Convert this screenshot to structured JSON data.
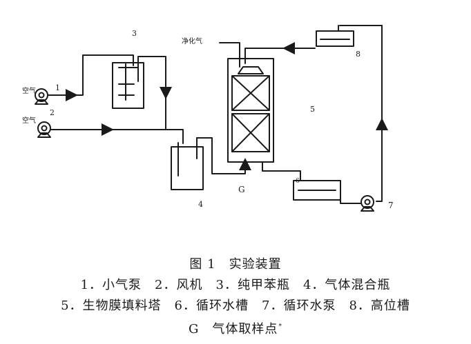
{
  "labels": {
    "air_1": "空气",
    "air_2": "空气",
    "num_1": "1",
    "num_2": "2",
    "num_3": "3",
    "num_4": "4",
    "num_5": "5",
    "num_6": "6",
    "num_7": "7",
    "num_8": "8",
    "purified_gas": "净化气",
    "sample_point": "G"
  },
  "caption": {
    "title": "图 1　实验装置",
    "line1": "1．小气泵　2．风机　3．纯甲苯瓶　4．气体混合瓶",
    "line2": "5．生物膜填料塔　6．循环水槽　7．循环水泵　8．高位槽",
    "line3": "G　气体取样点",
    "line3_note": "*"
  }
}
